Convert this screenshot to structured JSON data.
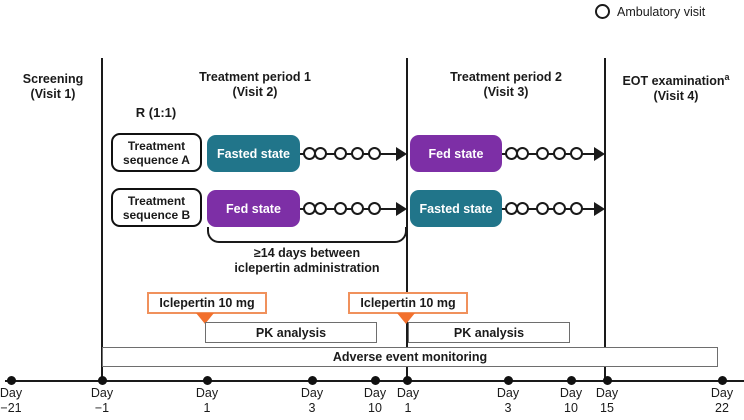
{
  "legend": {
    "label": "Ambulatory visit"
  },
  "columns": [
    {
      "title": "Screening",
      "subtitle": "(Visit 1)"
    },
    {
      "title": "Treatment period 1",
      "subtitle": "(Visit 2)"
    },
    {
      "title": "Treatment period 2",
      "subtitle": "(Visit 3)"
    },
    {
      "title": "EOT examination",
      "superscript": "a",
      "subtitle": "(Visit 4)"
    }
  ],
  "randomization_label": "R (1:1)",
  "sequences": [
    {
      "label_line1": "Treatment",
      "label_line2": "sequence A",
      "period1_state": "Fasted state",
      "period2_state": "Fed state"
    },
    {
      "label_line1": "Treatment",
      "label_line2": "sequence B",
      "period1_state": "Fed state",
      "period2_state": "Fasted state"
    }
  ],
  "washout": {
    "line1": "≥14 days between",
    "line2": "iclepertin administration"
  },
  "dosing": [
    {
      "label": "Iclepertin 10 mg"
    },
    {
      "label": "Iclepertin 10 mg"
    }
  ],
  "pk_analysis": [
    {
      "label": "PK analysis"
    },
    {
      "label": "PK analysis"
    }
  ],
  "adverse_event": {
    "label": "Adverse event monitoring"
  },
  "timeline": {
    "ticks": [
      {
        "word": "Day",
        "num": "−21"
      },
      {
        "word": "Day",
        "num": "−1"
      },
      {
        "word": "Day",
        "num": "1"
      },
      {
        "word": "Day",
        "num": "3"
      },
      {
        "word": "Day",
        "num": "10"
      },
      {
        "word": "Day",
        "num": "1"
      },
      {
        "word": "Day",
        "num": "3"
      },
      {
        "word": "Day",
        "num": "10"
      },
      {
        "word": "Day",
        "num": "15"
      },
      {
        "word": "Day",
        "num": "22"
      }
    ]
  },
  "colors": {
    "fasted": "#21758a",
    "fed": "#7d2fa6",
    "dose_border": "#f0915c",
    "dose_triangle": "#f2702d"
  }
}
